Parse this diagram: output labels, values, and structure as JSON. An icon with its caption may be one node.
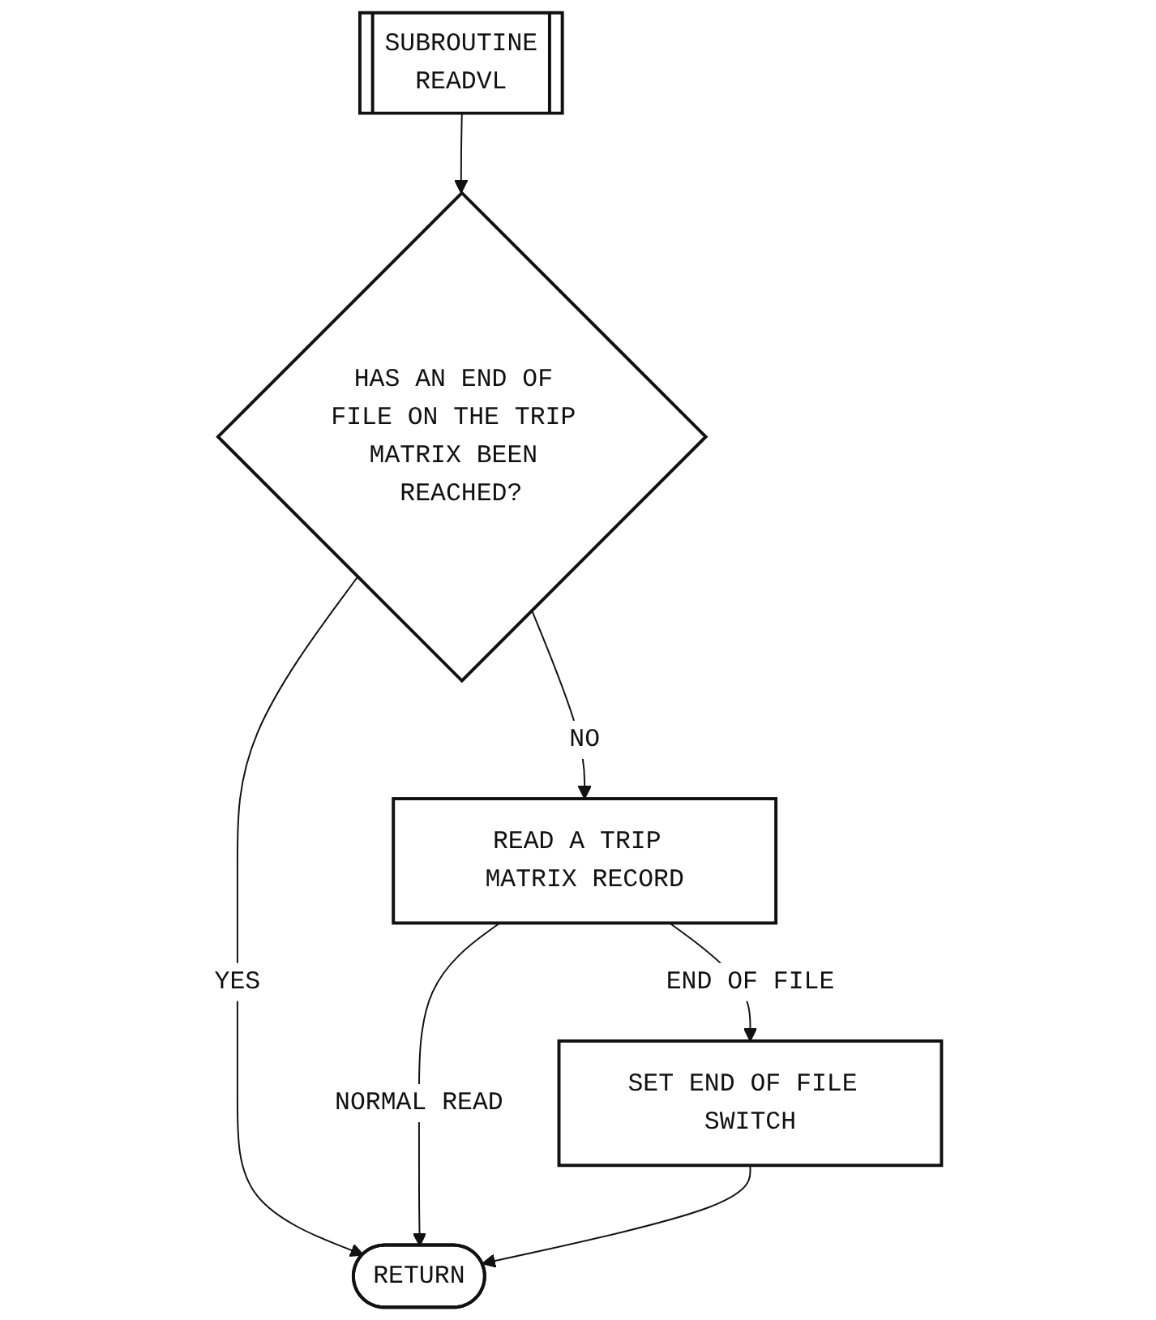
{
  "diagram": {
    "nodes": [
      {
        "text": [
          "SUBROUTINE",
          "READVL"
        ]
      },
      {
        "text": [
          "HAS AN END OF FILE ON THE TRIP MATRIX BEEN REACHED?"
        ]
      },
      {
        "text": [
          "READ A TRIP MATRIX RECORD"
        ]
      },
      {
        "text": [
          "SET END OF FILE SWITCH"
        ]
      },
      {
        "text": [
          "RETURN"
        ]
      }
    ],
    "edges": [
      {
        "from": 0,
        "to": 1,
        "arrow": "to"
      },
      {
        "from": 1,
        "to": 4,
        "label": "YES",
        "arrow": "to"
      },
      {
        "from": 1,
        "to": 2,
        "label": "NO",
        "arrow": "to"
      },
      {
        "from": 2,
        "to": 3,
        "label": "END OF FILE",
        "arrow": "to"
      },
      {
        "from": 2,
        "to": 4,
        "label": "NORMAL READ",
        "arrow": "to"
      },
      {
        "from": 3,
        "to": 4,
        "arrow": "to"
      }
    ]
  }
}
